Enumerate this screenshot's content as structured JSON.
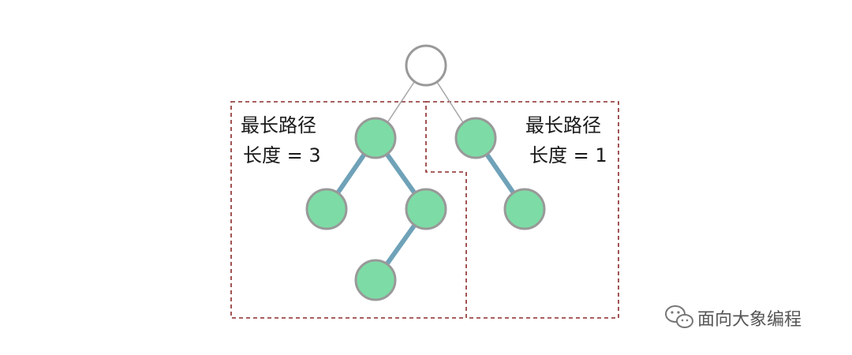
{
  "diagram": {
    "left_box": {
      "title": "最长路径",
      "length": "长度 = 3"
    },
    "right_box": {
      "title": "最长路径",
      "length": "长度 = 1"
    }
  },
  "watermark": {
    "text": "面向大象编程",
    "icon": "wechat-icon"
  },
  "colors": {
    "root_fill": "#ffffff",
    "node_fill": "#7ddca5",
    "node_stroke": "#999999",
    "path_edge": "#6fa2b8",
    "root_edge": "#a6a6a6",
    "box_border": "#8b2a2a",
    "text": "#1a1a1a"
  }
}
